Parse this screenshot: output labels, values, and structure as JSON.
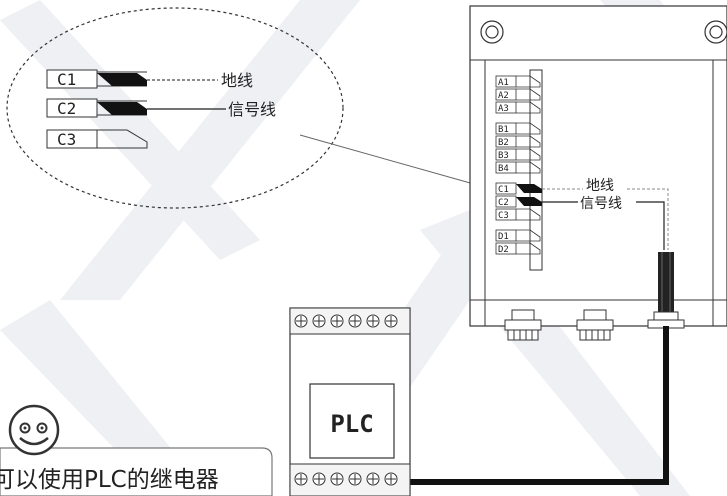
{
  "zoom": {
    "terminals": [
      "C1",
      "C2",
      "C3"
    ],
    "labels": {
      "ground": "地线",
      "signal": "信号线"
    }
  },
  "terminal_block": {
    "terminals": [
      "A1",
      "A2",
      "A3",
      "B1",
      "B2",
      "B3",
      "B4",
      "C1",
      "C2",
      "C3",
      "D1",
      "D2"
    ],
    "labels": {
      "ground": "地线",
      "signal": "信号线"
    }
  },
  "plc": {
    "label": "PLC"
  },
  "callout": {
    "text": "可以使用PLC的继电器"
  },
  "colors": {
    "line": "#222222",
    "dash": "#888888",
    "watermark": "#eef0f4"
  }
}
